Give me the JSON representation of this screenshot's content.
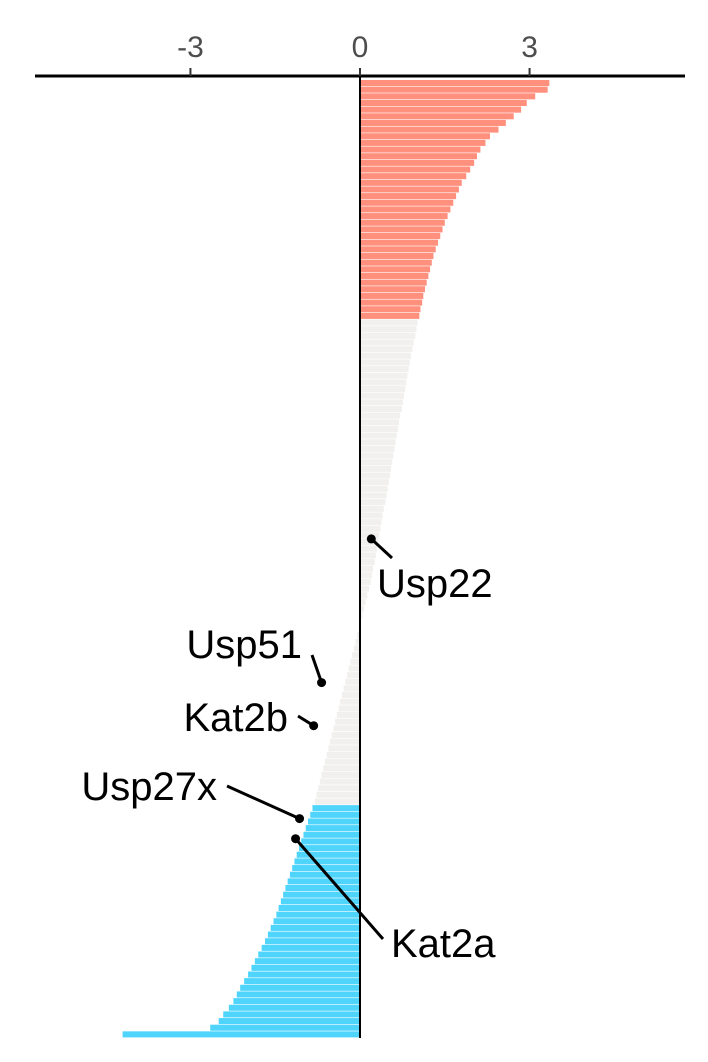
{
  "chart_data": {
    "type": "bar",
    "orientation": "horizontal",
    "title": "",
    "xlabel": "",
    "ylabel": "",
    "x_ticks": [
      -3,
      0,
      3
    ],
    "x_tick_labels": [
      "-3",
      "0",
      "3"
    ],
    "xlim": [
      -5.75,
      5.75
    ],
    "axis_position": "top",
    "grid": false,
    "legend": "none",
    "colors": {
      "up": "#ff907e",
      "neutral": "#f1f0ee",
      "down": "#4fd4fc"
    },
    "values_top_to_bottom": [
      3.35,
      3.32,
      3.1,
      2.95,
      2.85,
      2.72,
      2.58,
      2.45,
      2.3,
      2.22,
      2.13,
      2.07,
      2.02,
      1.95,
      1.88,
      1.8,
      1.75,
      1.7,
      1.65,
      1.6,
      1.55,
      1.5,
      1.46,
      1.42,
      1.38,
      1.34,
      1.3,
      1.27,
      1.24,
      1.21,
      1.18,
      1.15,
      1.12,
      1.1,
      1.07,
      1.05,
      1.02,
      1.0,
      0.98,
      0.95,
      0.93,
      0.9,
      0.88,
      0.86,
      0.84,
      0.82,
      0.8,
      0.78,
      0.76,
      0.74,
      0.71,
      0.69,
      0.67,
      0.65,
      0.63,
      0.61,
      0.59,
      0.57,
      0.55,
      0.53,
      0.51,
      0.49,
      0.47,
      0.45,
      0.42,
      0.4,
      0.38,
      0.36,
      0.34,
      0.32,
      0.3,
      0.28,
      0.26,
      0.23,
      0.21,
      0.19,
      0.16,
      0.13,
      0.1,
      0.07,
      0.04,
      0.01,
      -0.02,
      -0.05,
      -0.08,
      -0.11,
      -0.14,
      -0.17,
      -0.2,
      -0.23,
      -0.26,
      -0.29,
      -0.32,
      -0.35,
      -0.38,
      -0.41,
      -0.44,
      -0.47,
      -0.5,
      -0.53,
      -0.56,
      -0.59,
      -0.62,
      -0.65,
      -0.68,
      -0.71,
      -0.74,
      -0.77,
      -0.8,
      -0.84,
      -0.88,
      -0.92,
      -0.96,
      -1.0,
      -1.04,
      -1.08,
      -1.12,
      -1.16,
      -1.2,
      -1.24,
      -1.28,
      -1.32,
      -1.36,
      -1.4,
      -1.44,
      -1.48,
      -1.53,
      -1.58,
      -1.63,
      -1.68,
      -1.74,
      -1.8,
      -1.86,
      -1.92,
      -1.98,
      -2.05,
      -2.12,
      -2.18,
      -2.24,
      -2.32,
      -2.42,
      -2.5,
      -2.65,
      -4.2
    ],
    "highlighted": [
      {
        "name": "Usp22",
        "value": 0.2,
        "rank_fraction": 0.479
      },
      {
        "name": "Usp51",
        "value": -0.68,
        "rank_fraction": 0.629
      },
      {
        "name": "Kat2b",
        "value": -0.82,
        "rank_fraction": 0.674
      },
      {
        "name": "Usp27x",
        "value": -1.07,
        "rank_fraction": 0.771
      },
      {
        "name": "Kat2a",
        "value": -1.14,
        "rank_fraction": 0.792
      }
    ]
  }
}
